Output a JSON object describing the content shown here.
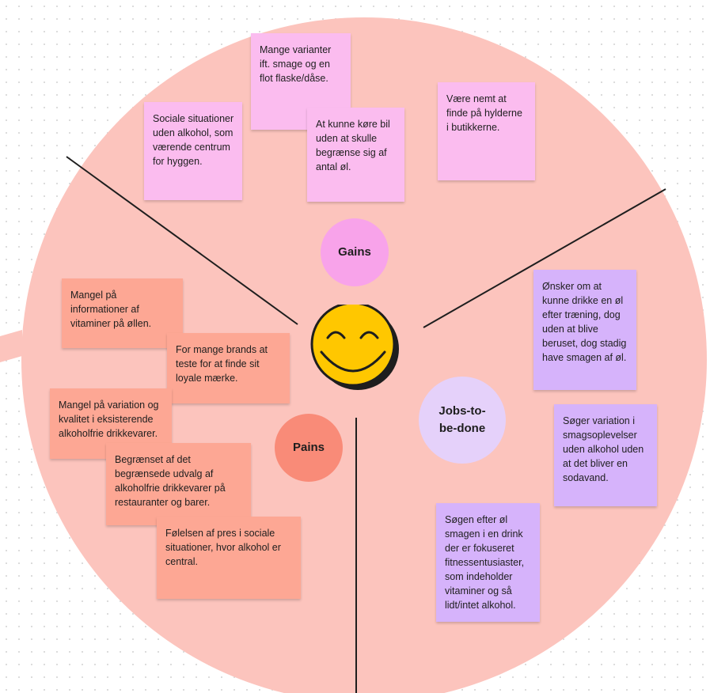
{
  "canvas": {
    "colors": {
      "circle": "#fcc4bd",
      "divider": "#1e1e1e",
      "gains": "#f8a3ea",
      "pains": "#f98b78",
      "jobs": "#e5d1fa",
      "smiley_face": "#ffc700"
    }
  },
  "segments": {
    "gains": {
      "label": "Gains",
      "notes": [
        "Mange varianter ift. smage og en flot flaske/dåse.",
        "Sociale situationer uden alkohol, som værende centrum for hyggen.",
        "At kunne køre bil uden at skulle begrænse sig af antal øl.",
        "Være nemt at finde på hylderne i butikkerne."
      ]
    },
    "pains": {
      "label": "Pains",
      "notes": [
        "Mangel på informationer af vitaminer på øllen.",
        "For mange brands at teste for at finde sit loyale mærke.",
        "Mangel på variation og kvalitet i eksisterende alkoholfrie drikkevarer.",
        "Begrænset af det begrænsede udvalg af alkoholfrie drikkevarer på restauranter og barer.",
        "Følelsen af pres i sociale situationer, hvor alkohol er central."
      ]
    },
    "jobs": {
      "label": "Jobs-to-be-done",
      "notes": [
        "Ønsker om at kunne drikke en øl efter træning, dog uden at blive beruset, dog stadig have smagen af øl.",
        "Søger variation i smagsoplevelser uden alkohol uden at det bliver en sodavand.",
        "Søgen efter øl smagen i en drink der er fokuseret fitnessentusiaster, som indeholder vitaminer og så lidt/intet alkohol."
      ]
    }
  },
  "center": {
    "icon": "smiley-face-icon"
  }
}
